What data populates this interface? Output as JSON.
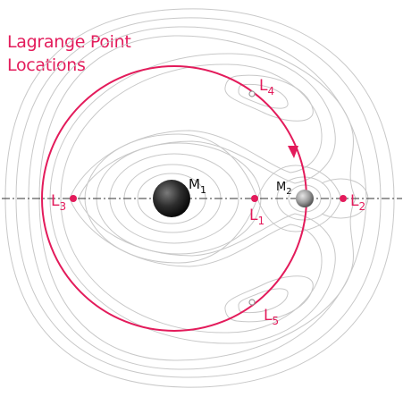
{
  "title": {
    "line1": "Lagrange Point",
    "line2": "Locations"
  },
  "masses": {
    "m1": {
      "letter": "M",
      "sub": "1"
    },
    "m2": {
      "letter": "M",
      "sub": "2"
    }
  },
  "points": [
    {
      "id": "L1",
      "letter": "L",
      "sub": "1"
    },
    {
      "id": "L2",
      "letter": "L",
      "sub": "2"
    },
    {
      "id": "L3",
      "letter": "L",
      "sub": "3"
    },
    {
      "id": "L4",
      "letter": "L",
      "sub": "4"
    },
    {
      "id": "L5",
      "letter": "L",
      "sub": "5"
    }
  ],
  "colors": {
    "accent": "#e31b5b",
    "contour": "#c8c8c8",
    "axis": "#333333",
    "mass": "#222222",
    "stable_point": "#b0b0b0"
  }
}
